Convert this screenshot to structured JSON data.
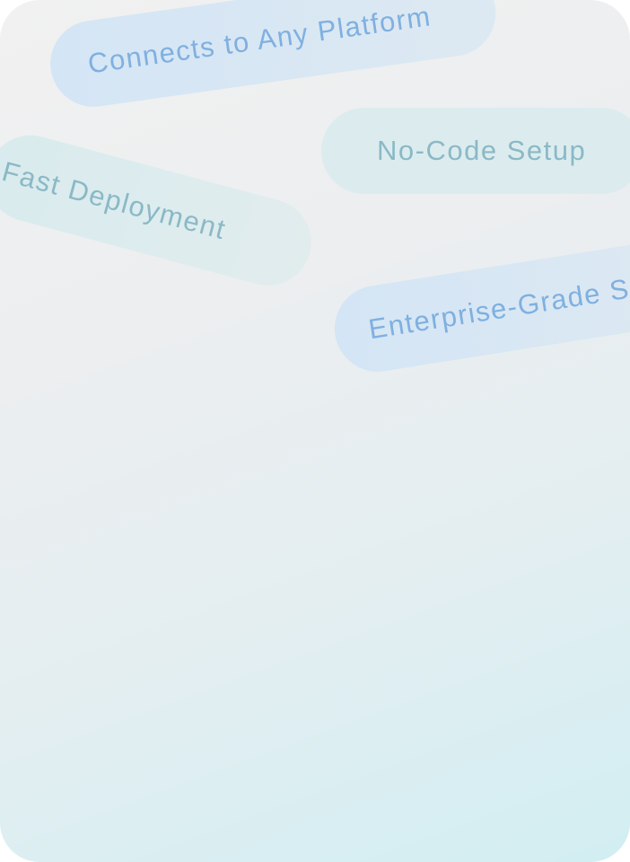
{
  "tags": {
    "connects": "Connects to Any Platform",
    "no_code": "No-Code Setup",
    "fast": "Fast Deployment",
    "enterprise": "Enterprise-Grade S"
  },
  "colors": {
    "blue_pill_text": "#7fb0e0",
    "teal_pill_text": "#8ab9c6",
    "background_top": "#f1f1f1",
    "background_bottom": "#d2eef2"
  }
}
